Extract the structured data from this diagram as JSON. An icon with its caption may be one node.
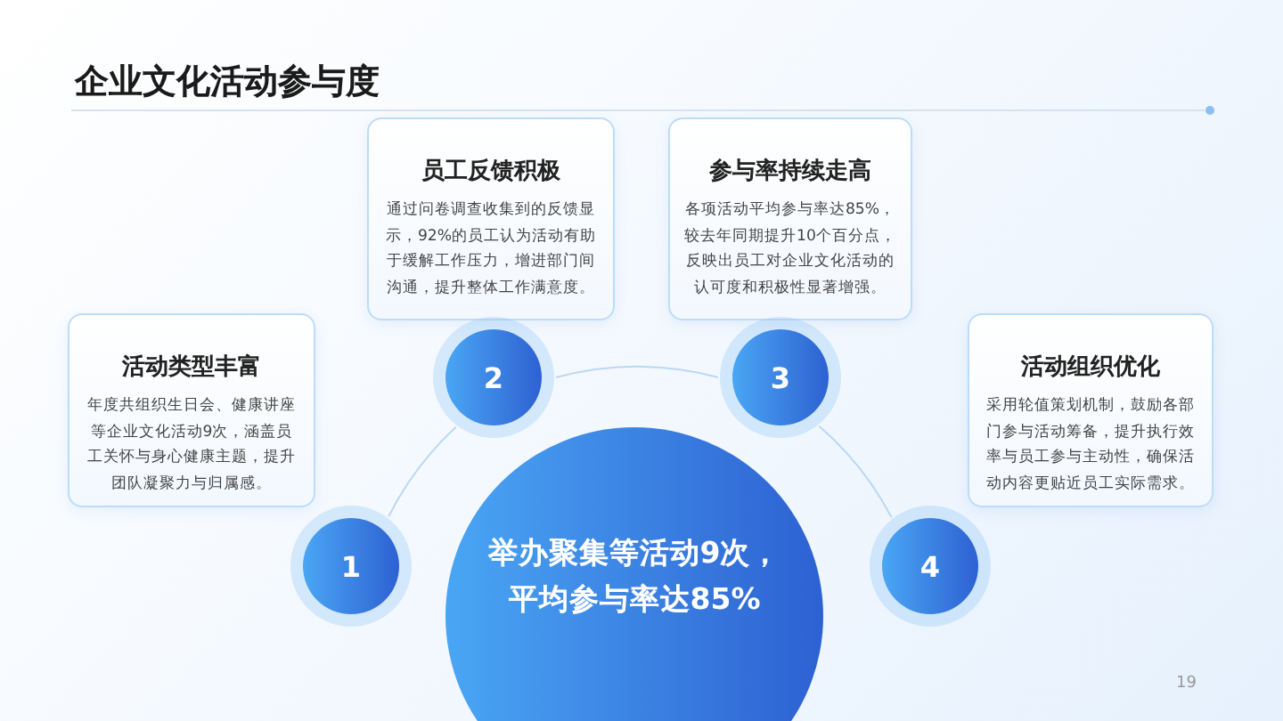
{
  "diagram": {
    "title": "企业文化活动参与度",
    "nodes": [
      {
        "text": [
          "员工反馈积极",
          "通过问卷调查收集到的反馈显示，92%的员工认为活动有助于缓解工作压力，增进部门间沟通，提升整体工作满意度。"
        ]
      },
      {
        "text": [
          "参与率持续走高",
          "各项活动平均参与率达85%，较去年同期提升10个百分点，反映出员工对企业文化活动的认可度和积极性显著增强。"
        ]
      },
      {
        "text": [
          "活动类型丰富",
          "年度共组织生日会、健康讲座等企业文化活动9次，涵盖员工关怀与身心健康主题，提升团队凝聚力与归属感。"
        ]
      },
      {
        "text": [
          "活动组织优化",
          "采用轮值策划机制，鼓励各部门参与活动筹备，提升执行效率与员工参与主动性，确保活动内容更贴近员工实际需求。"
        ]
      },
      {
        "text": [
          "2"
        ]
      },
      {
        "text": [
          "3"
        ]
      },
      {
        "text": [
          "举办聚集等活动9次，平均参与率达85%"
        ]
      },
      {
        "text": [
          "1"
        ]
      },
      {
        "text": [
          "4"
        ]
      }
    ],
    "edges": [
      {
        "from": 7,
        "to": 4,
        "arrow": "none"
      },
      {
        "from": 4,
        "to": 5,
        "arrow": "none"
      },
      {
        "from": 5,
        "to": 8,
        "arrow": "none"
      }
    ],
    "labels": [
      "19"
    ]
  }
}
